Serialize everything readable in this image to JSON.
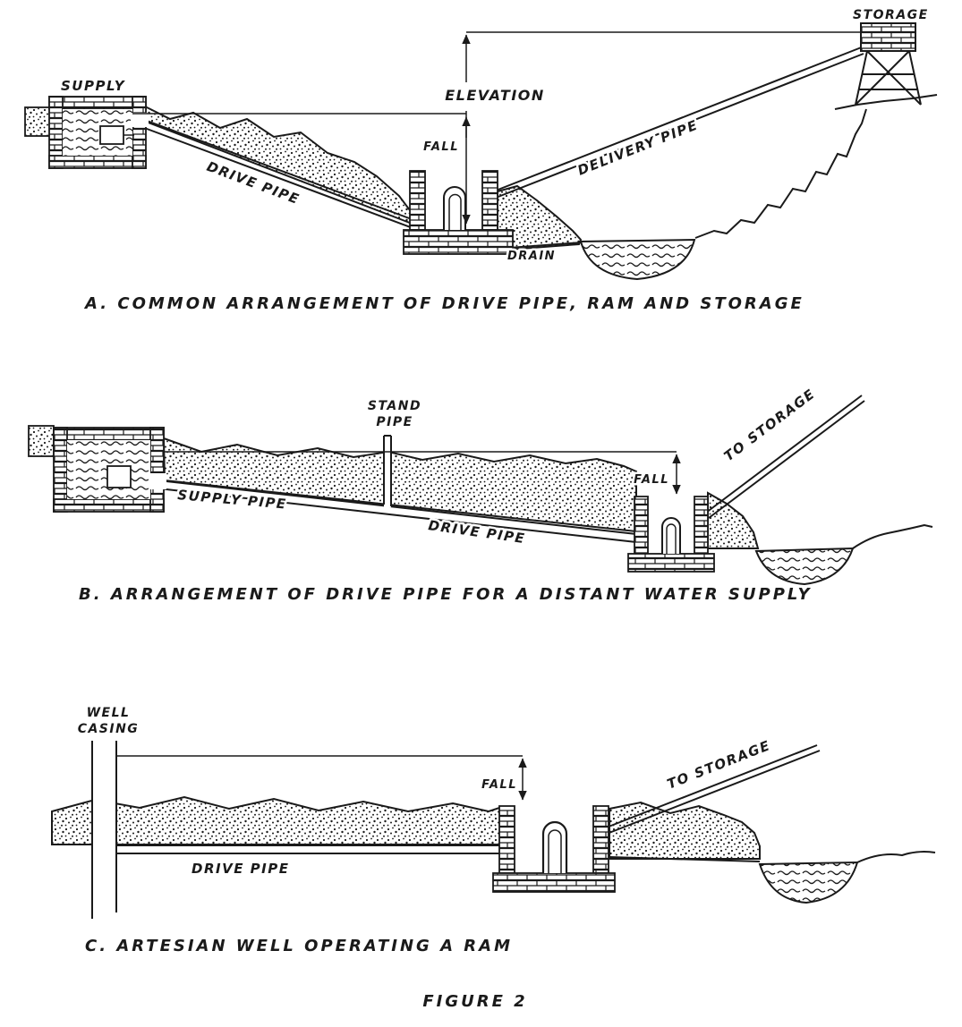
{
  "figure": {
    "caption": "FIGURE 2"
  },
  "colors": {
    "ink": "#1a1a1a",
    "paper": "#ffffff"
  },
  "diagram_a": {
    "caption": "A. COMMON ARRANGEMENT OF DRIVE PIPE, RAM AND STORAGE",
    "labels": {
      "supply": "SUPPLY",
      "storage": "STORAGE",
      "elevation": "ELEVATION",
      "fall": "FALL",
      "drive_pipe": "DRIVE PIPE",
      "delivery_pipe": "DELIVERY PIPE",
      "drain": "DRAIN"
    }
  },
  "diagram_b": {
    "caption": "B. ARRANGEMENT OF DRIVE PIPE FOR A DISTANT WATER SUPPLY",
    "labels": {
      "stand_pipe_line1": "STAND",
      "stand_pipe_line2": "PIPE",
      "supply_pipe": "SUPPLY PIPE",
      "drive_pipe": "DRIVE PIPE",
      "fall": "FALL",
      "to_storage": "TO STORAGE"
    }
  },
  "diagram_c": {
    "caption": "C. ARTESIAN WELL OPERATING A RAM",
    "labels": {
      "well_casing_line1": "WELL",
      "well_casing_line2": "CASING",
      "drive_pipe": "DRIVE PIPE",
      "fall": "FALL",
      "to_storage": "TO STORAGE"
    }
  }
}
